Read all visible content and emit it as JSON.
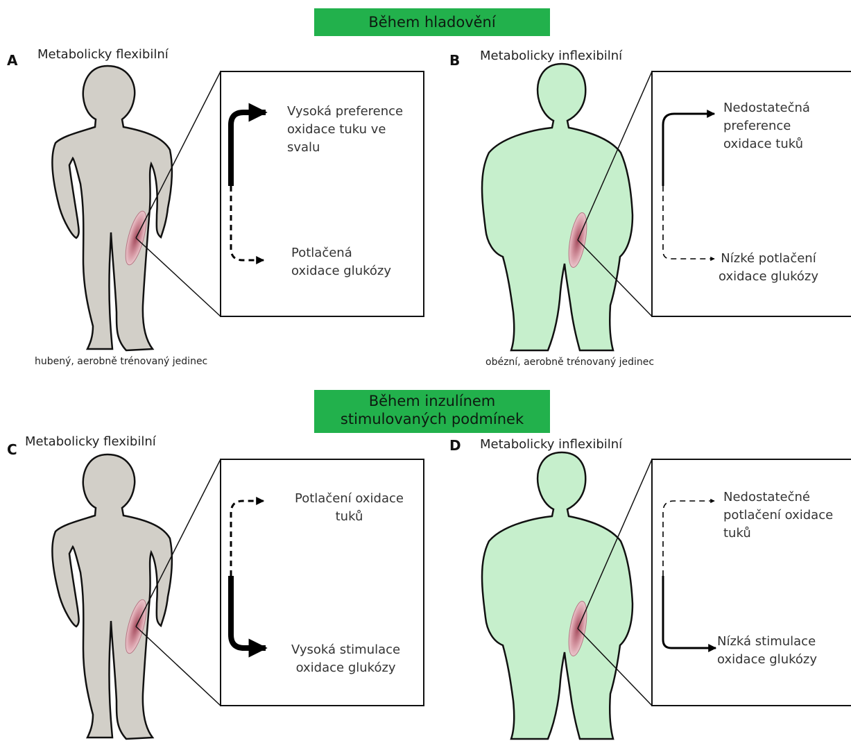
{
  "banners": {
    "fasting": "Během hladovění",
    "insulin": [
      "Během inzulínem",
      "stimulovaných podmínek"
    ]
  },
  "panels": {
    "A": {
      "letter": "A",
      "title": "Metabolicky flexibilní",
      "top_text": [
        "Vysoká preference",
        "oxidace tuku ve",
        "svalu"
      ],
      "bottom_text": [
        "Potlačená",
        "oxidace glukózy"
      ],
      "caption": "hubený, aerobně trénovaný jedinec"
    },
    "B": {
      "letter": "B",
      "title": "Metabolicky inflexibilní",
      "top_text": [
        "Nedostatečná",
        "preference",
        "oxidace tuků"
      ],
      "bottom_text": [
        "Nízké potlačení",
        "oxidace glukózy"
      ],
      "caption": "obézní, aerobně trénovaný jedinec"
    },
    "C": {
      "letter": "C",
      "title": "Metabolicky flexibilní",
      "top_text": [
        "Potlačení oxidace",
        "tuků"
      ],
      "bottom_text": [
        "Vysoká stimulace",
        "oxidace glukózy"
      ]
    },
    "D": {
      "letter": "D",
      "title": "Metabolicky inflexibilní",
      "top_text": [
        "Nedostatečné",
        "potlačení oxidace",
        "tuků"
      ],
      "bottom_text": [
        "Nízká stimulace",
        "oxidace glukózy"
      ]
    }
  },
  "colors": {
    "banner": "#22b14c",
    "lean_body": "#d2cfc8",
    "obese_body": "#c6efcc",
    "muscle": "#c98a95"
  }
}
